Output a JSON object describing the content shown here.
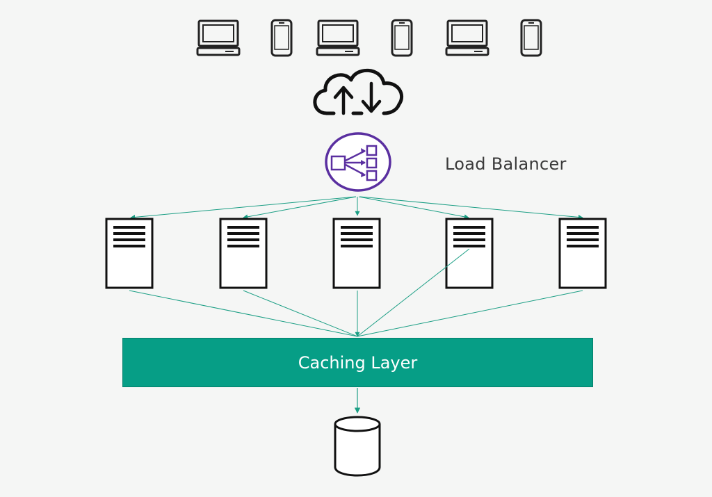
{
  "load_balancer": {
    "label": "Load Balancer",
    "icon": "load-balancer-icon",
    "color": "#5a2fa0"
  },
  "caching_layer": {
    "label": "Caching Layer",
    "color": "#069e86"
  },
  "clients": [
    {
      "type": "laptop",
      "icon": "laptop-icon"
    },
    {
      "type": "phone",
      "icon": "phone-icon"
    },
    {
      "type": "laptop",
      "icon": "laptop-icon"
    },
    {
      "type": "phone",
      "icon": "phone-icon"
    },
    {
      "type": "laptop",
      "icon": "laptop-icon"
    },
    {
      "type": "phone",
      "icon": "phone-icon"
    }
  ],
  "internet": {
    "icon": "cloud-upload-download-icon"
  },
  "servers": [
    {
      "icon": "server-icon"
    },
    {
      "icon": "server-icon"
    },
    {
      "icon": "server-icon"
    },
    {
      "icon": "server-icon"
    },
    {
      "icon": "server-icon"
    }
  ],
  "database": {
    "icon": "database-icon"
  },
  "connector_color": "#1a9e84"
}
